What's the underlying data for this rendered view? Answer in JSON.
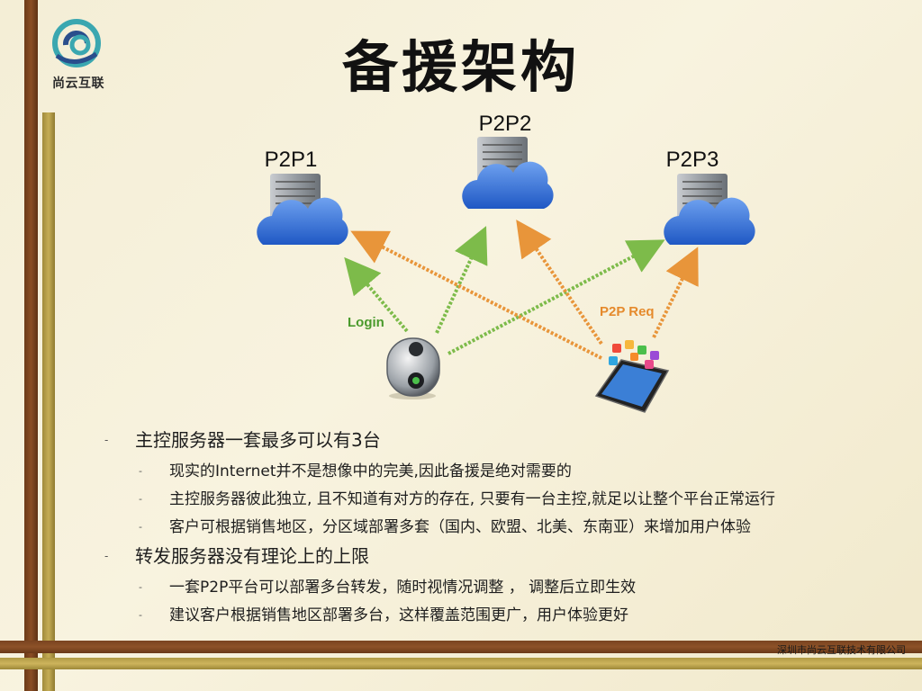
{
  "company": {
    "logo_text": "尚云互联",
    "footer": "深圳市尚云互联技术有限公司"
  },
  "title": "备援架构",
  "diagram": {
    "servers": [
      "P2P1",
      "P2P2",
      "P2P3"
    ],
    "tags": {
      "login": "Login",
      "request": "P2P Req"
    },
    "colors": {
      "login_arrow": "#7dbb4a",
      "request_arrow": "#e8953a",
      "cloud": "#2f6fd8"
    }
  },
  "bullets": [
    {
      "text": "主控服务器一套最多可以有3台",
      "children": [
        "现实的Internet并不是想像中的完美,因此备援是绝对需要的",
        "主控服务器彼此独立, 且不知道有对方的存在, 只要有一台主控,就足以让整个平台正常运行",
        "客户可根据销售地区，分区域部署多套（国内、欧盟、北美、东南亚）来增加用户体验"
      ]
    },
    {
      "text": "转发服务器没有理论上的上限",
      "children": [
        "一套P2P平台可以部署多台转发，随时视情况调整 ， 调整后立即生效",
        "建议客户根据销售地区部署多台，这样覆盖范围更广，用户体验更好"
      ]
    }
  ]
}
